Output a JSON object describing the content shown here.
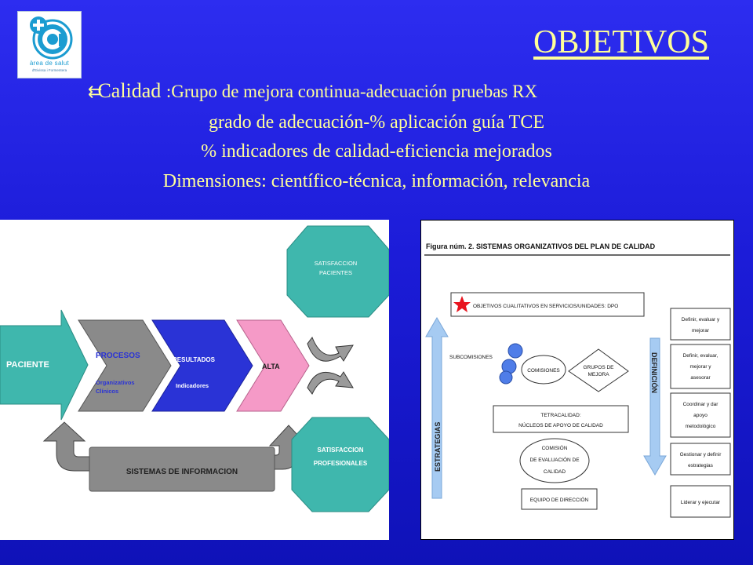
{
  "logo": {
    "name": "àrea de salut",
    "subtitle": "d'Eivissa i Formentera"
  },
  "title": "OBJETIVOS",
  "bullet": {
    "icon": "double-left-arrow-bullet",
    "head": "Calidad",
    "rest": ":Grupo de mejora continua-adecuación pruebas RX"
  },
  "lines": [
    "grado de adecuación-% aplicación guía TCE",
    "% indicadores de calidad-eficiencia mejorados",
    "Dimensiones: científico-técnica, información, relevancia"
  ],
  "left_diagram": {
    "paciente": "PACIENTE",
    "procesos": "PROCESOS",
    "procesos_sub1": "Organizativos",
    "procesos_sub2": "Clínicos",
    "resultados": "RESULTADOS",
    "indicadores": "Indicadores",
    "alta": "ALTA",
    "sat_pac_1": "SATISFACCION",
    "sat_pac_2": "PACIENTES",
    "sat_prof_1": "SATISFACCION",
    "sat_prof_2": "PROFESIONALES",
    "sistemas": "SISTEMAS DE INFORMACION"
  },
  "right_diagram": {
    "figure_title": "Figura núm. 2.  SISTEMAS ORGANIZATIVOS DEL PLAN DE CALIDAD",
    "objetivos": "OBJETIVOS CUALITATIVOS EN SERVICIOS/UNIDADES: DPO",
    "subcomisiones": "SUBCOMISIONES",
    "comisiones": "COMISIONES",
    "grupos_1": "GRUPOS DE",
    "grupos_2": "MEJORA",
    "tetra_1": "TETRACALIDAD:",
    "tetra_2": "NÚCLEOS DE APOYO DE CALIDAD",
    "comision_1": "COMISIÓN",
    "comision_2": "DE EVALUACIÓN DE",
    "comision_3": "CALIDAD",
    "equipo": "EQUIPO DE DIRECCIÓN",
    "estrategias": "ESTRATEGIAS",
    "definicion": "DEFINICIÓN",
    "box1": [
      "Definir, evaluar y",
      "mejorar"
    ],
    "box2": [
      "Definir, evaluar,",
      "mejorar y",
      "asesorar"
    ],
    "box3": [
      "Coordinar y dar",
      "apoyo",
      "metodológico"
    ],
    "box4": [
      "Gestionar y definir",
      "estrategias"
    ],
    "box5": [
      "Liderar y ejecutar"
    ],
    "colors": {
      "arrow_blue": "#a6cbf2",
      "star_red": "#e8141e",
      "circle_blue": "#4f7de8"
    }
  },
  "colors": {
    "background": "#1e1ed8",
    "text_yellow": "#ffff99",
    "teal": "#3fb7ad",
    "gray": "#8a8a8a",
    "blue": "#2a33d6",
    "pink": "#f59ac7",
    "navy": "#1f2a78"
  }
}
